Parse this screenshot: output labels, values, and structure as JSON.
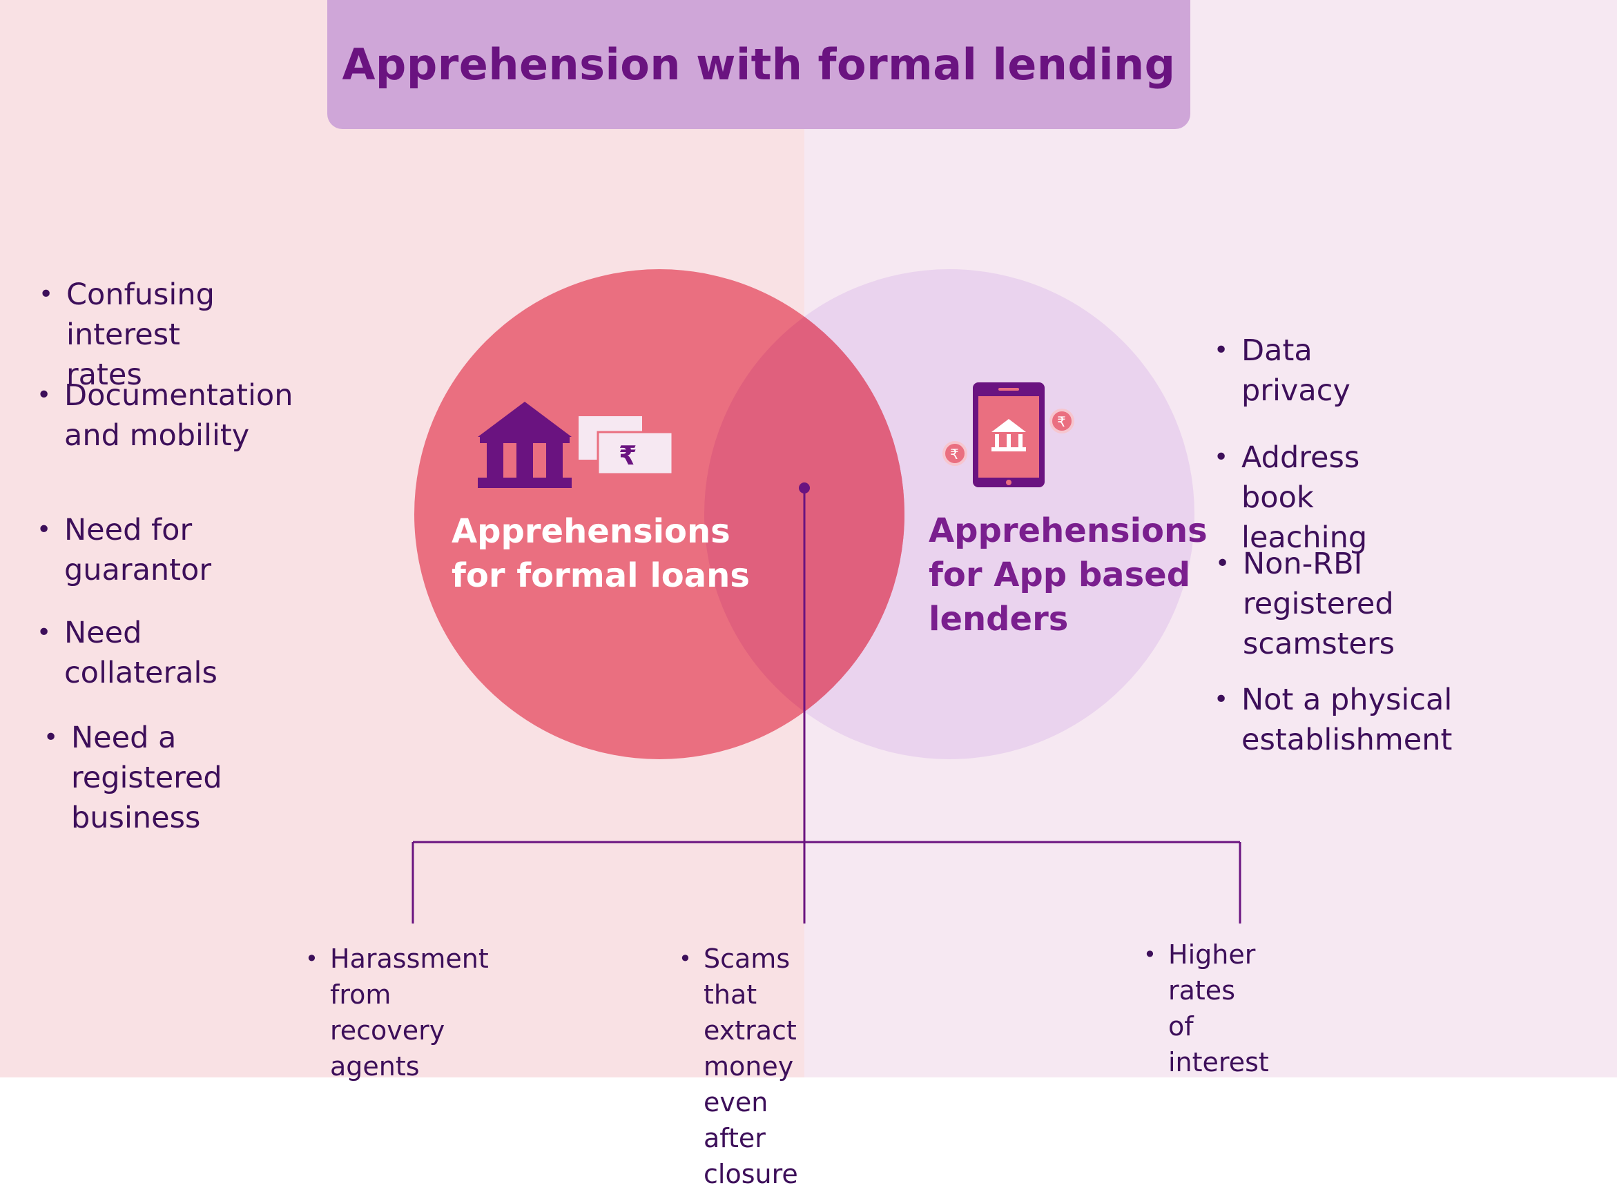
{
  "title": "Apprehension with formal lending",
  "left_circle": {
    "label": "Apprehensions\nfor formal loans",
    "icons": [
      "bank-icon",
      "rupee-notes-icon"
    ]
  },
  "right_circle": {
    "label": "Apprehensions\nfor App based\nlenders",
    "icons": [
      "phone-bank-icon",
      "rupee-coin-icon"
    ]
  },
  "left_items": [
    "Confusing interest rates",
    "Documentation\n and mobility",
    "Need for guarantor",
    "Need collaterals",
    "Need a registered business"
  ],
  "right_items": [
    "Data privacy",
    "Address book leaching",
    "Non-RBI registered\n scamsters",
    "Not a physical\nestablishment"
  ],
  "shared_items": [
    "Harassment from\nrecovery agents",
    "Scams that extract money\neven after closure",
    "Higher rates\nof interest"
  ],
  "colors": {
    "left_bg": "#f9e1e4",
    "right_bg": "#f6e8f2",
    "title_bg": "#cfa6d8",
    "title_text": "#6a1380",
    "left_circle": "#ea6f80",
    "right_circle": "#ead3ee",
    "overlap": "#e0607d",
    "connector": "#6a1380"
  }
}
